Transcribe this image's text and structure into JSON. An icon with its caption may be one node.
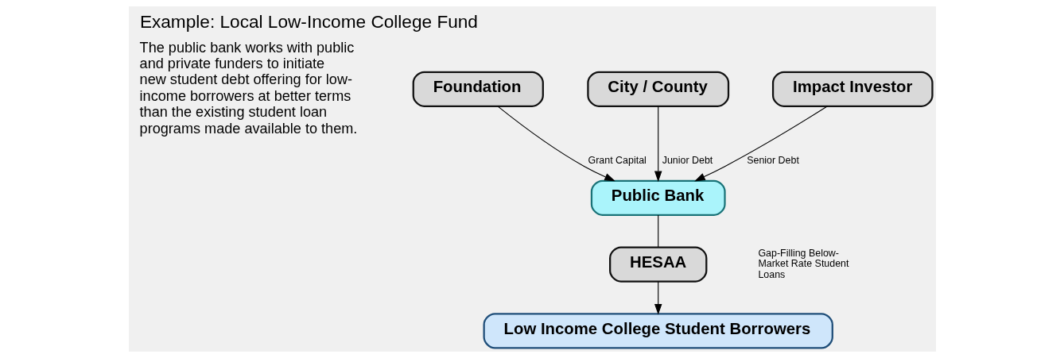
{
  "diagram": {
    "title": "Example: Local Low-Income College Fund",
    "nodes": [
      {
        "text": [
          "Foundation"
        ]
      },
      {
        "text": [
          "City / County"
        ]
      },
      {
        "text": [
          "Impact Investor"
        ]
      },
      {
        "text": [
          "Public Bank"
        ]
      },
      {
        "text": [
          "HESAA"
        ]
      },
      {
        "text": [
          "Low Income College Student Borrowers"
        ]
      }
    ],
    "edges": [
      {
        "from": 0,
        "to": 3,
        "arrow": "to",
        "label": "Grant Capital"
      },
      {
        "from": 1,
        "to": 3,
        "arrow": "to",
        "label": "Junior Debt"
      },
      {
        "from": 2,
        "to": 3,
        "arrow": "to",
        "label": "Senior Debt"
      },
      {
        "from": 3,
        "to": 4,
        "arrow": "none"
      },
      {
        "from": 4,
        "to": 5,
        "arrow": "to"
      }
    ],
    "labels": [
      "The public bank works with public and private funders to initiate new student debt offering for low-income borrowers at better terms than the existing student loan programs made available to them.",
      "Gap-Filling Below-Market Rate Student Loans"
    ]
  }
}
